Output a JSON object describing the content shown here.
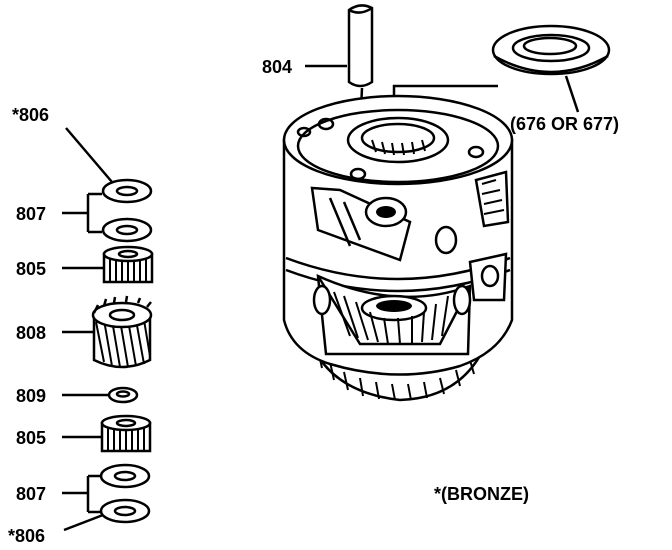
{
  "labels": {
    "l804": "804",
    "l676": "(676 OR 677)",
    "l806a": "*806",
    "l807a": "807",
    "l805a": "805",
    "l808": "808",
    "l809": "809",
    "l805b": "805",
    "l807b": "807",
    "l806b": "*806",
    "note": "*(BRONZE)"
  }
}
